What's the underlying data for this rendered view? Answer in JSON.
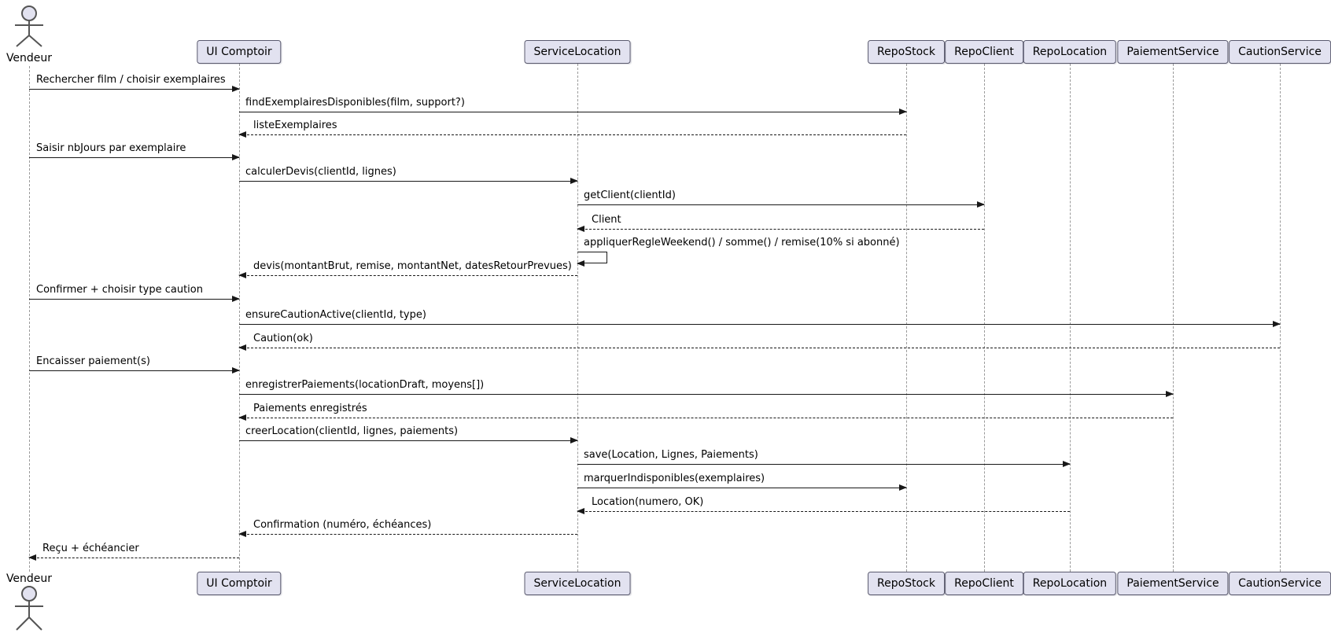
{
  "actor": {
    "name": "Vendeur"
  },
  "participants": [
    {
      "name": "UI Comptoir"
    },
    {
      "name": "ServiceLocation"
    },
    {
      "name": "RepoStock"
    },
    {
      "name": "RepoClient"
    },
    {
      "name": "RepoLocation"
    },
    {
      "name": "PaiementService"
    },
    {
      "name": "CautionService"
    }
  ],
  "messages": [
    {
      "from": "Vendeur",
      "to": "UI Comptoir",
      "label": "Rechercher film / choisir exemplaires",
      "line": "solid"
    },
    {
      "from": "UI Comptoir",
      "to": "RepoStock",
      "label": "findExemplairesDisponibles(film, support?)",
      "line": "solid"
    },
    {
      "from": "RepoStock",
      "to": "UI Comptoir",
      "label": "listeExemplaires",
      "line": "dashed"
    },
    {
      "from": "Vendeur",
      "to": "UI Comptoir",
      "label": "Saisir nbJours par exemplaire",
      "line": "solid"
    },
    {
      "from": "UI Comptoir",
      "to": "ServiceLocation",
      "label": "calculerDevis(clientId, lignes)",
      "line": "solid"
    },
    {
      "from": "ServiceLocation",
      "to": "RepoClient",
      "label": "getClient(clientId)",
      "line": "solid"
    },
    {
      "from": "RepoClient",
      "to": "ServiceLocation",
      "label": "Client",
      "line": "dashed"
    },
    {
      "from": "ServiceLocation",
      "to": "ServiceLocation",
      "label": "appliquerRegleWeekend() / somme() / remise(10% si abonné)",
      "line": "self"
    },
    {
      "from": "ServiceLocation",
      "to": "UI Comptoir",
      "label": "devis(montantBrut, remise, montantNet, datesRetourPrevues)",
      "line": "dashed"
    },
    {
      "from": "Vendeur",
      "to": "UI Comptoir",
      "label": "Confirmer + choisir type caution",
      "line": "solid"
    },
    {
      "from": "UI Comptoir",
      "to": "CautionService",
      "label": "ensureCautionActive(clientId, type)",
      "line": "solid"
    },
    {
      "from": "CautionService",
      "to": "UI Comptoir",
      "label": "Caution(ok)",
      "line": "dashed"
    },
    {
      "from": "Vendeur",
      "to": "UI Comptoir",
      "label": "Encaisser paiement(s)",
      "line": "solid"
    },
    {
      "from": "UI Comptoir",
      "to": "PaiementService",
      "label": "enregistrerPaiements(locationDraft, moyens[])",
      "line": "solid"
    },
    {
      "from": "PaiementService",
      "to": "UI Comptoir",
      "label": "Paiements enregistrés",
      "line": "dashed"
    },
    {
      "from": "UI Comptoir",
      "to": "ServiceLocation",
      "label": "creerLocation(clientId, lignes, paiements)",
      "line": "solid"
    },
    {
      "from": "ServiceLocation",
      "to": "RepoLocation",
      "label": "save(Location, Lignes, Paiements)",
      "line": "solid"
    },
    {
      "from": "ServiceLocation",
      "to": "RepoStock",
      "label": "marquerIndisponibles(exemplaires)",
      "line": "solid"
    },
    {
      "from": "RepoLocation",
      "to": "ServiceLocation",
      "label": "Location(numero, OK)",
      "line": "dashed"
    },
    {
      "from": "ServiceLocation",
      "to": "UI Comptoir",
      "label": "Confirmation (numéro, échéances)",
      "line": "dashed"
    },
    {
      "from": "UI Comptoir",
      "to": "Vendeur",
      "label": "Reçu + échéancier",
      "line": "dashed"
    }
  ],
  "colors": {
    "participant_fill": "#E2E2F0",
    "participant_border": "#5A5A6E",
    "message_line": "#181818",
    "lifeline": "#9A9A9A",
    "text": "#000000"
  }
}
